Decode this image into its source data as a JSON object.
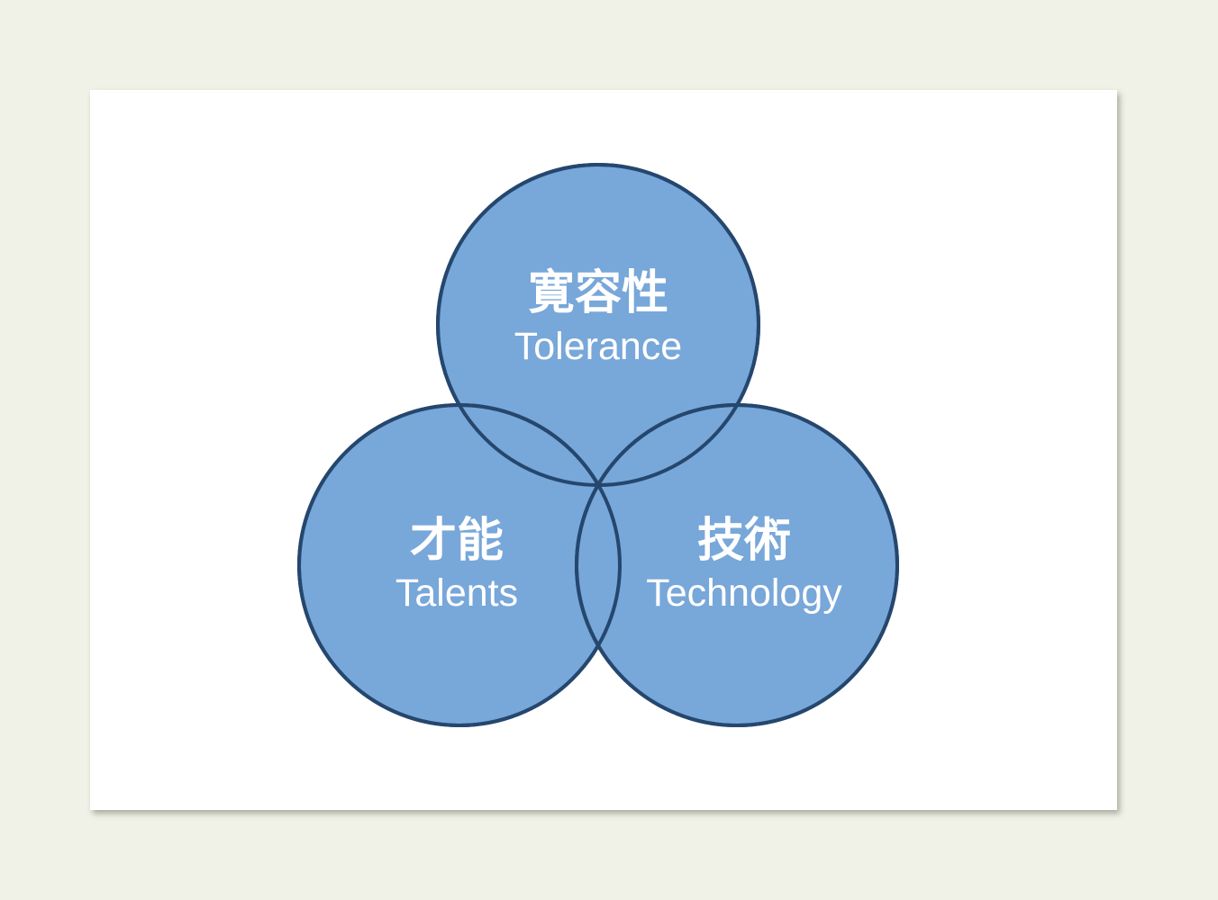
{
  "diagram": {
    "type": "venn",
    "sets": [
      {
        "id": "tolerance",
        "label_jp": "寛容性",
        "label_en": "Tolerance"
      },
      {
        "id": "talents",
        "label_jp": "才能",
        "label_en": "Talents"
      },
      {
        "id": "technology",
        "label_jp": "技術",
        "label_en": "Technology"
      }
    ]
  },
  "colors": {
    "page_background": "#f0f1e7",
    "slide_background": "#ffffff",
    "circle_fill": "#78a7d9",
    "circle_stroke": "#25476e",
    "label_text": "#ffffff"
  }
}
